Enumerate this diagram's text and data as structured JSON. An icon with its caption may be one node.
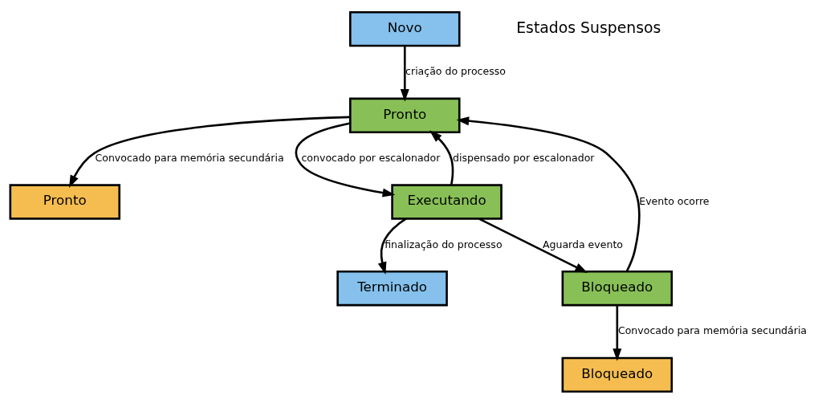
{
  "diagram": {
    "nodes": [
      {
        "text": [
          "Pronto"
        ]
      },
      {
        "text": [
          "Pronto"
        ]
      },
      {
        "text": [
          "Novo"
        ]
      },
      {
        "text": [
          "Executando"
        ]
      },
      {
        "text": [
          "Bloqueado"
        ]
      },
      {
        "text": [
          "Bloqueado"
        ]
      },
      {
        "text": [
          "Terminado"
        ]
      }
    ],
    "edges": [
      {
        "from": 1,
        "to": 0,
        "arrow": "to",
        "label": "Convocado para memória secundária"
      },
      {
        "from": 2,
        "to": 1,
        "arrow": "to",
        "label": "criação do processo"
      },
      {
        "from": 1,
        "to": 3,
        "arrow": "to",
        "label": "convocado por escalonador"
      },
      {
        "from": 3,
        "to": 1,
        "arrow": "to",
        "label": "dispensado por escalonador"
      },
      {
        "from": 3,
        "to": 5,
        "arrow": "to",
        "label": "Aguarda evento"
      },
      {
        "from": 5,
        "to": 1,
        "arrow": "to",
        "label": "Evento ocorre"
      },
      {
        "from": 3,
        "to": 6,
        "arrow": "to",
        "label": "finalização do processo"
      },
      {
        "from": 5,
        "to": 4,
        "arrow": "to",
        "label": "Convocado para memória secundária"
      }
    ],
    "labels": [
      "Estados Suspensos"
    ]
  }
}
